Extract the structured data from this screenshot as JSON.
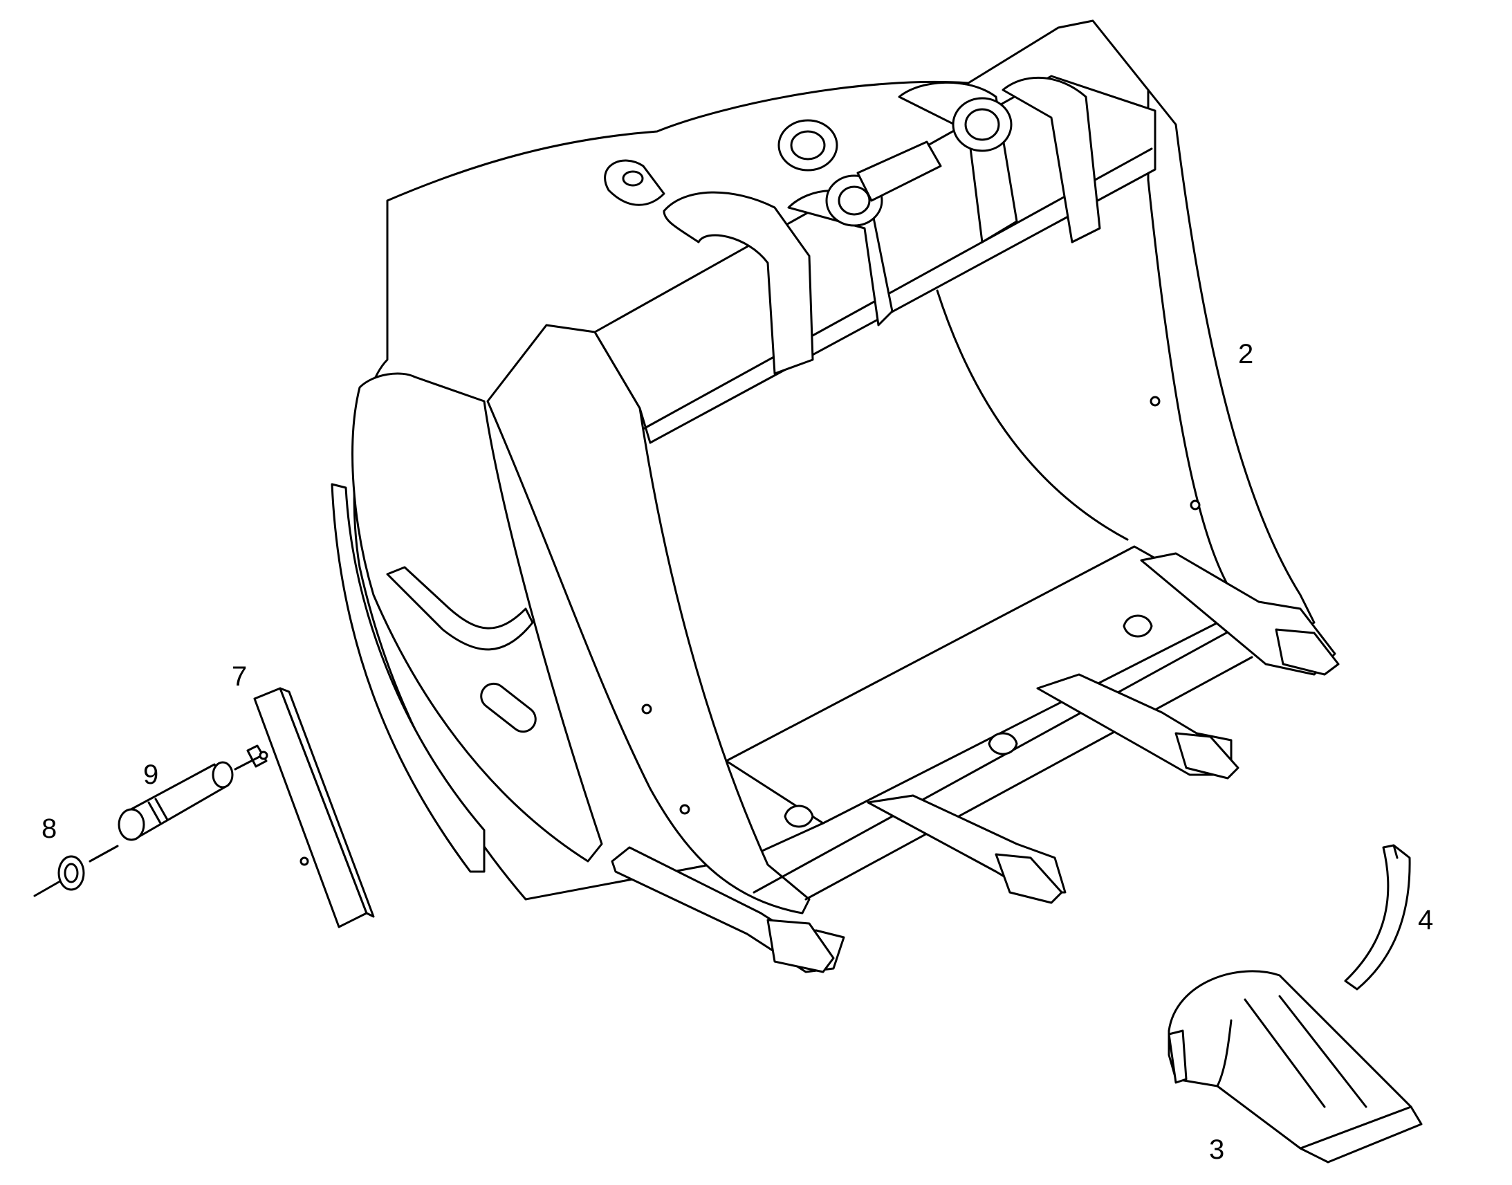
{
  "diagram": {
    "type": "exploded parts drawing",
    "line_color": "#000000",
    "background": "#ffffff",
    "parts": [
      {
        "id": "2",
        "label": "2",
        "component": "bucket"
      },
      {
        "id": "3",
        "label": "3",
        "component": "tooth-tip"
      },
      {
        "id": "4",
        "label": "4",
        "component": "side-cutter-segment"
      },
      {
        "id": "7",
        "label": "7",
        "component": "side-cutter-bar"
      },
      {
        "id": "8",
        "label": "8",
        "component": "retaining-ring"
      },
      {
        "id": "9",
        "label": "9",
        "component": "pin"
      }
    ]
  }
}
